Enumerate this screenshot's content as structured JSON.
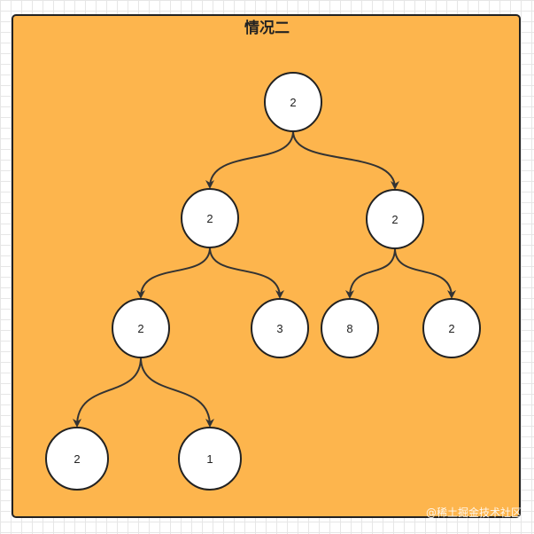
{
  "diagram": {
    "title": "情况二",
    "nodes": [
      {
        "id": "root",
        "label": "2"
      },
      {
        "id": "l1-left",
        "label": "2"
      },
      {
        "id": "l1-right",
        "label": "2"
      },
      {
        "id": "l2-a",
        "label": "2"
      },
      {
        "id": "l2-b",
        "label": "3"
      },
      {
        "id": "l2-c",
        "label": "8"
      },
      {
        "id": "l2-d",
        "label": "2"
      },
      {
        "id": "l3-a",
        "label": "2"
      },
      {
        "id": "l3-b",
        "label": "1"
      }
    ],
    "edges": [
      [
        "root",
        "l1-left"
      ],
      [
        "root",
        "l1-right"
      ],
      [
        "l1-left",
        "l2-a"
      ],
      [
        "l1-left",
        "l2-b"
      ],
      [
        "l1-right",
        "l2-c"
      ],
      [
        "l1-right",
        "l2-d"
      ],
      [
        "l2-a",
        "l3-a"
      ],
      [
        "l2-a",
        "l3-b"
      ]
    ],
    "colors": {
      "panel": "#fdb54d",
      "node_fill": "#ffffff",
      "stroke": "#222222"
    }
  },
  "watermark": "@稀土掘金技术社区"
}
